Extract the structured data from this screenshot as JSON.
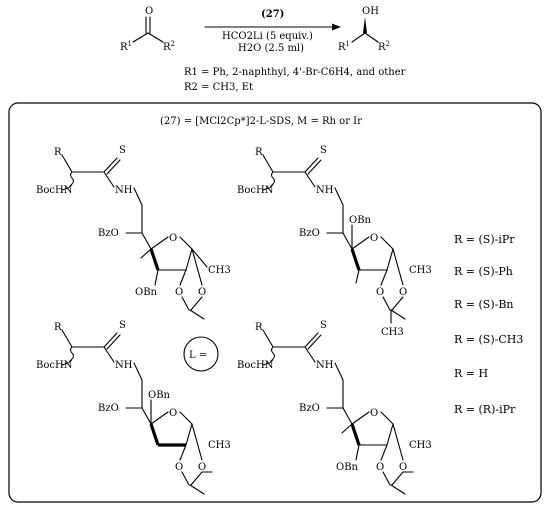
{
  "reaction": {
    "reagent_number": "(27)",
    "reagent_line1": "HCO2Li (5 equiv.)",
    "reagent_line2": "H2O (2.5 ml)",
    "reactant_R1": "R",
    "reactant_R1_sup": "1",
    "reactant_R2": "R",
    "reactant_R2_sup": "2",
    "reactant_O": "O",
    "product_OH": "OH",
    "r1_definition": "R1 = Ph, 2-naphthyl, 4'-Br-C6H4, and other",
    "r2_definition": "R2 = CH3, Et"
  },
  "box": {
    "header": "(27) = [MCl2Cp*]2-L-SDS, M = Rh or Ir",
    "ligand_symbol": "L =",
    "structure_labels": {
      "R": "R",
      "S": "S",
      "BocHN": "BocHN",
      "NH": "NH",
      "BzO": "BzO",
      "OBn": "OBn",
      "O": "O",
      "CH3": "CH3"
    },
    "r_options": [
      "R = (S)-iPr",
      "R = (S)-Ph",
      "R = (S)-Bn",
      "R = (S)-CH3",
      "R = H",
      "R = (R)-iPr"
    ]
  }
}
